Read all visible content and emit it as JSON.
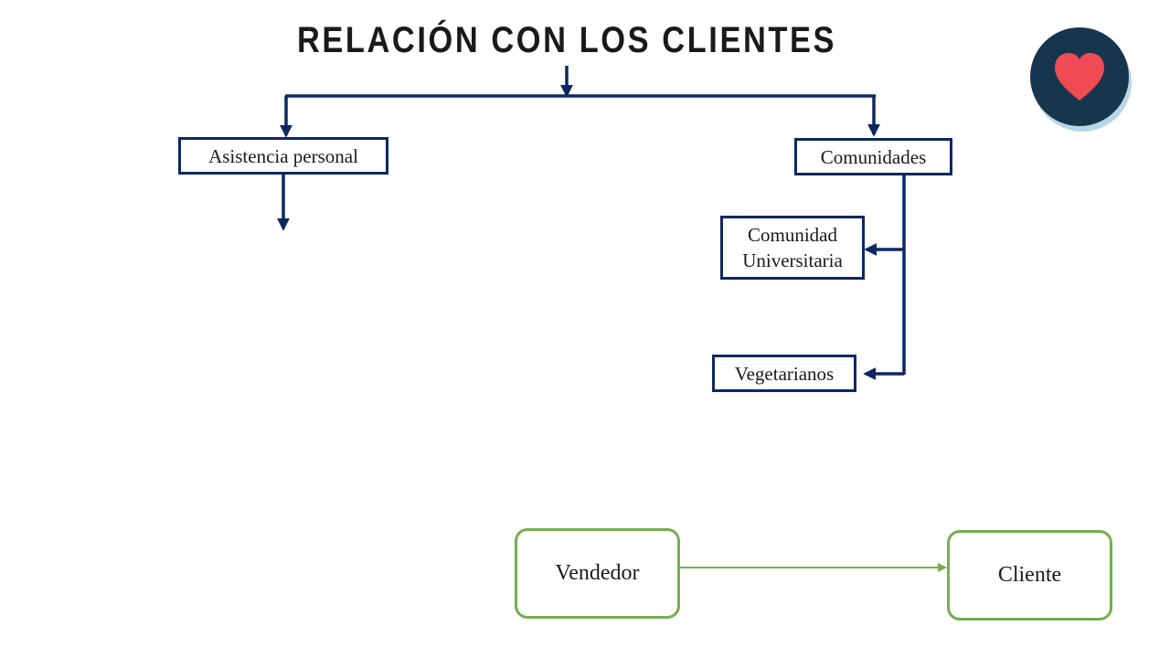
{
  "title": "RELACIÓN CON LOS CLIENTES",
  "nodes": {
    "asistencia": "Asistencia personal",
    "comunidades": "Comunidades",
    "comunidad_universitaria": "Comunidad Universitaria",
    "vegetarianos": "Vegetarianos"
  },
  "flow": {
    "vendedor": "Vendedor",
    "cliente": "Cliente"
  },
  "colors": {
    "connector": "#0d2860",
    "flow": "#76ad4f",
    "badge_bg": "#17354d",
    "badge_shadow": "#b7d7e6",
    "heart": "#f04b55"
  },
  "badge_icon": "heart-icon"
}
